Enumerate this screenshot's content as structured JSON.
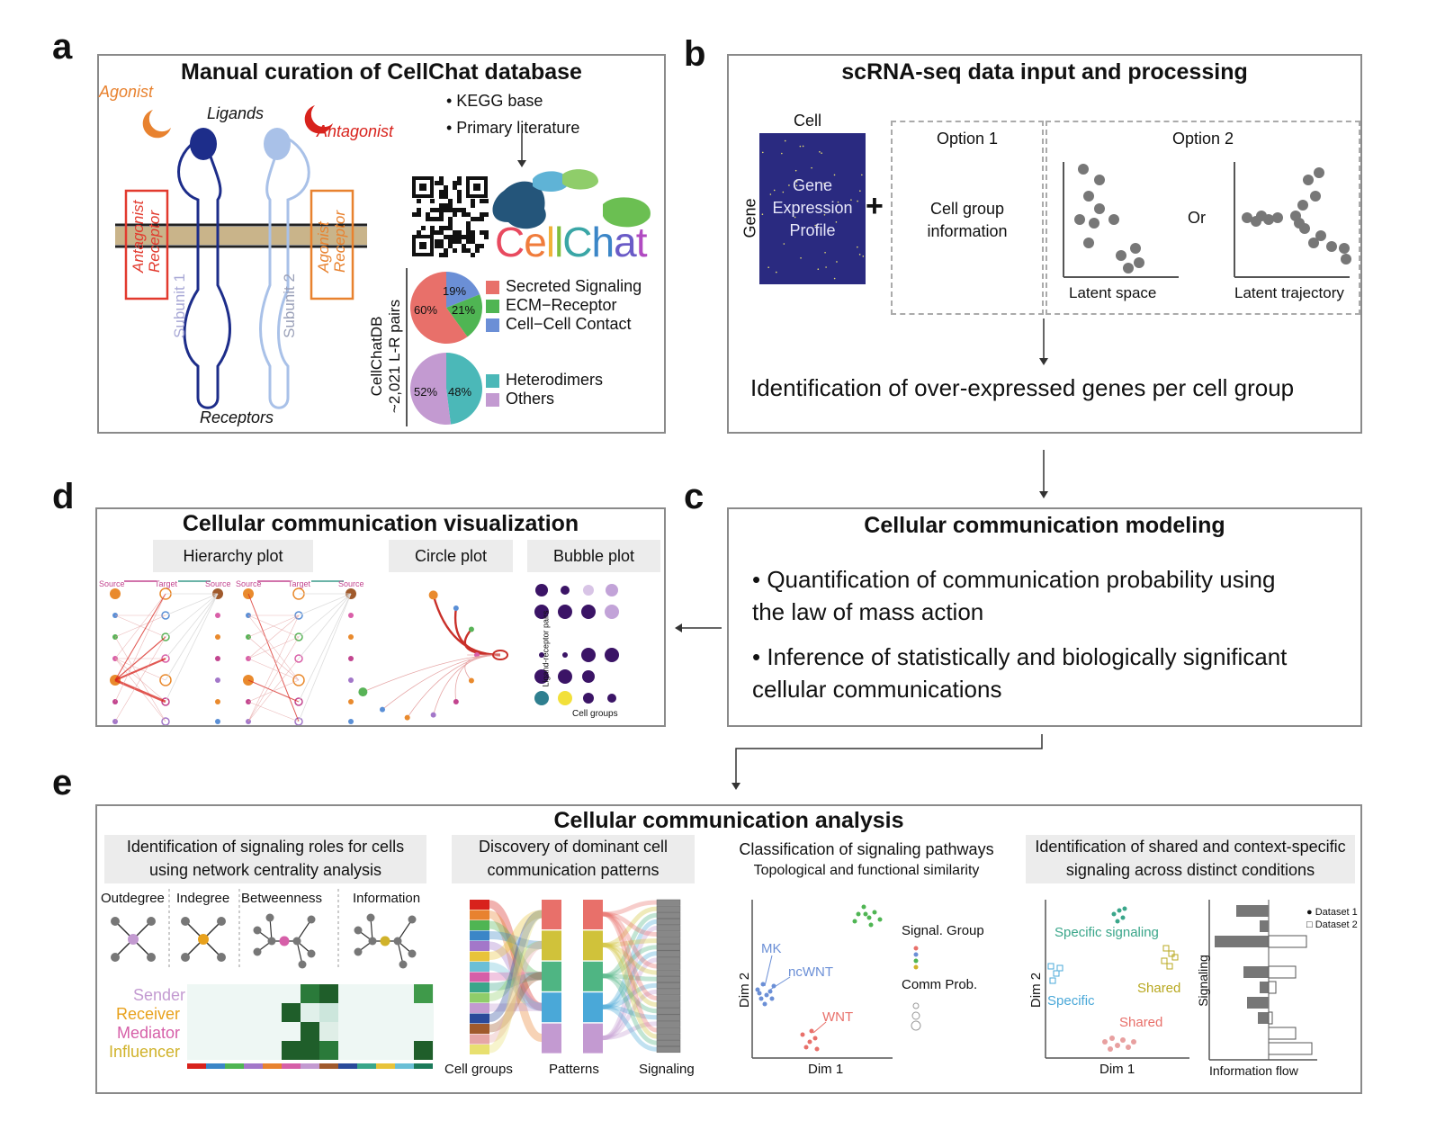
{
  "panels": {
    "a": {
      "label": "a",
      "title": "Manual curation of CellChat database",
      "agonist": "Agonist",
      "antagonist": "Antagonist",
      "ligands": "Ligands",
      "receptors": "Receptors",
      "antagonist_receptor": [
        "Antagonist",
        "Receptor"
      ],
      "agonist_receptor": [
        "Agonist",
        "Receptor"
      ],
      "subunit1": "Subunit 1",
      "subunit2": "Subunit 2",
      "sources": [
        "• KEGG base",
        "• Primary literature"
      ],
      "logo": "CellChat",
      "db_label": [
        "CellChatDB",
        "~2,021 L-R pairs"
      ],
      "pie1_labels": [
        "60%",
        "21%",
        "19%"
      ],
      "pie2_labels": [
        "52%",
        "48%"
      ],
      "legend1": [
        "Secreted Signaling",
        "ECM−Receptor",
        "Cell−Cell Contact"
      ],
      "legend2": [
        "Heterodimers",
        "Others"
      ]
    },
    "b": {
      "label": "b",
      "title": "scRNA-seq data input and processing",
      "cell": "Cell",
      "gene": "Gene",
      "matrix": [
        "Gene",
        "Expression",
        "Profile"
      ],
      "plus": "+",
      "option1": "Option 1",
      "option1_text": [
        "Cell group",
        "information"
      ],
      "option2": "Option 2",
      "or": "Or",
      "latent_space": "Latent space",
      "latent_trajectory": "Latent trajectory",
      "identification": "Identification of over-expressed genes per cell group"
    },
    "c": {
      "label": "c",
      "title": "Cellular communication modeling",
      "bullet1": [
        "• Quantification of communication probability using",
        "the law of mass action"
      ],
      "bullet2": [
        "• Inference of statistically and biologically significant",
        "cellular communications"
      ]
    },
    "d": {
      "label": "d",
      "title": "Cellular communication visualization",
      "hierarchy": "Hierarchy plot",
      "circle": "Circle plot",
      "bubble": "Bubble plot",
      "hier_labels": [
        "Source",
        "Target",
        "Source",
        "Source",
        "Target",
        "Source"
      ],
      "bubble_ylabel": "Ligand-receptor pairs",
      "bubble_xlabel": "Cell groups"
    },
    "e": {
      "label": "e",
      "title": "Cellular communication analysis",
      "sub1": [
        "Identification of signaling roles for cells",
        "using network centrality analysis"
      ],
      "centrality": [
        "Outdegree",
        "Indegree",
        "Betweenness",
        "Information"
      ],
      "roles": [
        "Sender",
        "Receiver",
        "Mediator",
        "Influencer"
      ],
      "sub2": [
        "Discovery of dominant cell",
        "communication patterns"
      ],
      "alluvial_labels": [
        "Cell groups",
        "Patterns",
        "Signaling"
      ],
      "sub3": [
        "Classification of signaling pathways",
        "Topological and functional similarity"
      ],
      "scatter_labels": [
        "MK",
        "ncWNT",
        "WNT"
      ],
      "legend3": [
        "Signal. Group",
        "Comm Prob."
      ],
      "dim1": "Dim 1",
      "dim2": "Dim 2",
      "sub4": [
        "Identification of shared and context-specific",
        "signaling across distinct conditions"
      ],
      "scatter4": [
        "Specific signaling",
        "Shared",
        "Specific",
        "Shared"
      ],
      "bar_legend": [
        "Dataset 1",
        "Dataset 2"
      ],
      "bar_ylabel": "Signaling",
      "bar_xlabel": "Information flow"
    }
  },
  "colors": {
    "secreted": "#e8706a",
    "ecm": "#4fb553",
    "contact": "#6b8fd6",
    "hetero": "#4bb8b8",
    "others": "#c39ad1",
    "matrix": "#2a2a80",
    "logo_c": "#e84a5f"
  }
}
